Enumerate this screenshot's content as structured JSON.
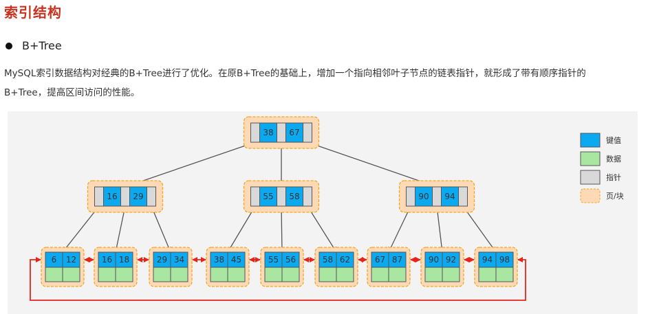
{
  "title": "索引结构",
  "bullet": "B+Tree",
  "paragraph": "MySQL索引数据结构对经典的B+Tree进行了优化。在原B+Tree的基础上，增加一个指向相邻叶子节点的链表指针，就形成了带有顺序指针的B+Tree，提高区间访问的性能。",
  "colors": {
    "title": "#c8321f",
    "page_fill": "#fdd9b5",
    "page_border": "#f5a623",
    "key": "#0aa9f0",
    "data": "#a8e6a1",
    "pointer": "#d9d9d9",
    "leaf_link": "#e8231a",
    "tree_edge": "#555555"
  },
  "tree": {
    "root": {
      "keys": [
        "38",
        "67"
      ]
    },
    "internal": [
      {
        "keys": [
          "16",
          "29"
        ]
      },
      {
        "keys": [
          "55",
          "58"
        ]
      },
      {
        "keys": [
          "90",
          "94"
        ]
      }
    ],
    "leaves": [
      {
        "keys": [
          "6",
          "12"
        ]
      },
      {
        "keys": [
          "16",
          "18"
        ]
      },
      {
        "keys": [
          "29",
          "34"
        ]
      },
      {
        "keys": [
          "38",
          "45"
        ]
      },
      {
        "keys": [
          "55",
          "56"
        ]
      },
      {
        "keys": [
          "58",
          "62"
        ]
      },
      {
        "keys": [
          "67",
          "87"
        ]
      },
      {
        "keys": [
          "90",
          "92"
        ]
      },
      {
        "keys": [
          "94",
          "98"
        ]
      }
    ]
  },
  "legend": [
    {
      "label": "键值",
      "color": "#0aa9f0"
    },
    {
      "label": "数据",
      "color": "#a8e6a1"
    },
    {
      "label": "指针",
      "color": "#d9d9d9"
    },
    {
      "label": "页/块",
      "color": "#fdd9b5"
    }
  ]
}
